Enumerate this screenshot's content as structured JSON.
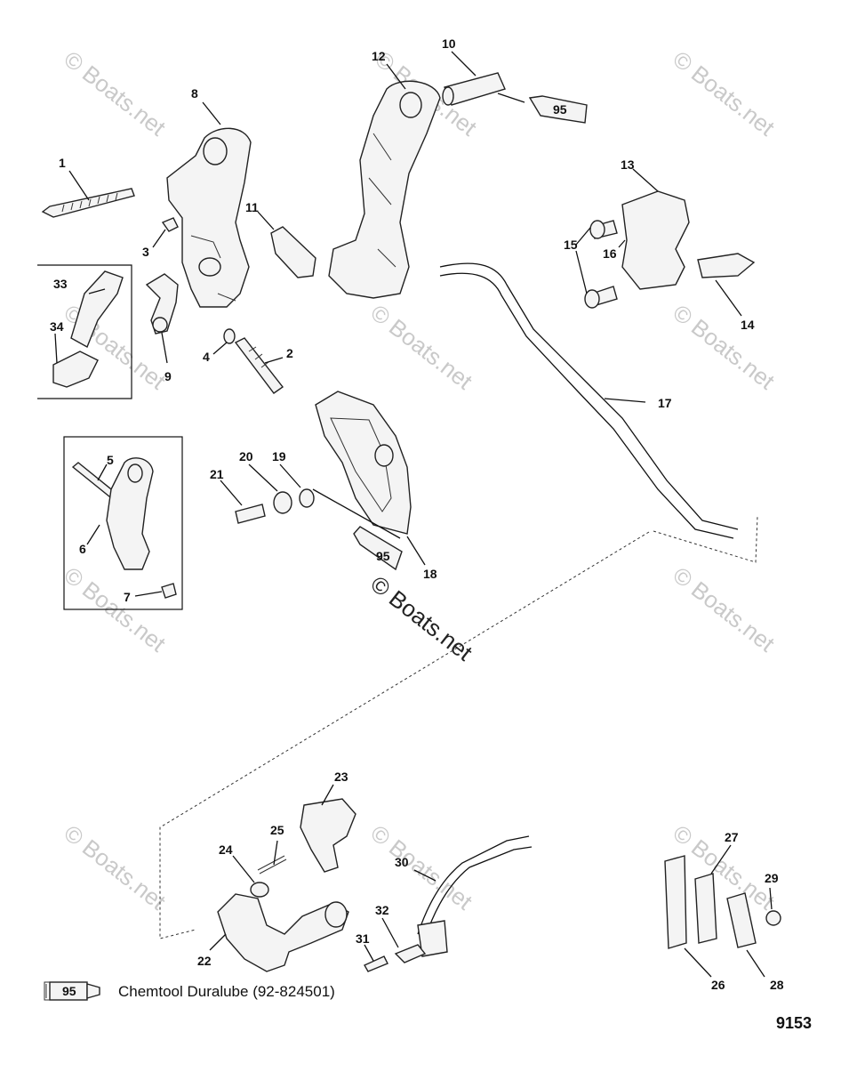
{
  "watermark": "© Boats.net",
  "drawing_number": "9153",
  "legend": {
    "tube_label": "95",
    "text": "Chemtool Duralube (92-824501)"
  },
  "tube_label": "95",
  "callouts": {
    "c1": "1",
    "c2": "2",
    "c3": "3",
    "c4": "4",
    "c5": "5",
    "c6": "6",
    "c7": "7",
    "c8": "8",
    "c9": "9",
    "c10": "10",
    "c11": "11",
    "c12": "12",
    "c13": "13",
    "c14": "14",
    "c15": "15",
    "c16": "16",
    "c17": "17",
    "c18": "18",
    "c19": "19",
    "c20": "20",
    "c21": "21",
    "c22": "22",
    "c23": "23",
    "c24": "24",
    "c25": "25",
    "c26": "26",
    "c27": "27",
    "c28": "28",
    "c29": "29",
    "c30": "30",
    "c31": "31",
    "c32": "32",
    "c33": "33",
    "c34": "34"
  }
}
